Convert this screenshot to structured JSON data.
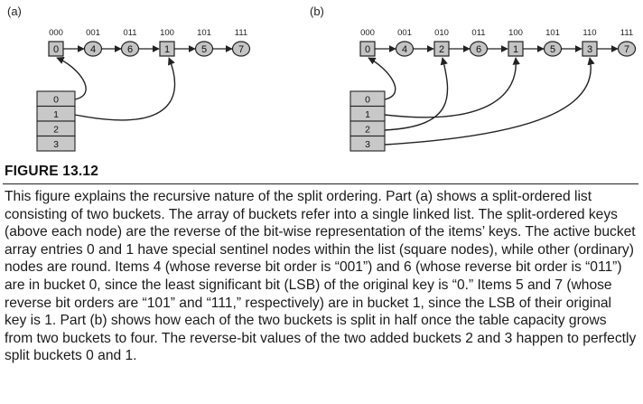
{
  "panels": [
    {
      "label": "(a)",
      "nodes": [
        {
          "bits": "000",
          "value": "0",
          "shape": "square"
        },
        {
          "bits": "001",
          "value": "4",
          "shape": "round"
        },
        {
          "bits": "011",
          "value": "6",
          "shape": "round"
        },
        {
          "bits": "100",
          "value": "1",
          "shape": "square"
        },
        {
          "bits": "101",
          "value": "5",
          "shape": "round"
        },
        {
          "bits": "111",
          "value": "7",
          "shape": "round"
        }
      ],
      "buckets": [
        "0",
        "1",
        "2",
        "3"
      ],
      "bucket_pointers": [
        {
          "bucket": 0,
          "node": 0
        },
        {
          "bucket": 1,
          "node": 3
        }
      ]
    },
    {
      "label": "(b)",
      "nodes": [
        {
          "bits": "000",
          "value": "0",
          "shape": "square"
        },
        {
          "bits": "001",
          "value": "4",
          "shape": "round"
        },
        {
          "bits": "010",
          "value": "2",
          "shape": "square"
        },
        {
          "bits": "011",
          "value": "6",
          "shape": "round"
        },
        {
          "bits": "100",
          "value": "1",
          "shape": "square"
        },
        {
          "bits": "101",
          "value": "5",
          "shape": "round"
        },
        {
          "bits": "110",
          "value": "3",
          "shape": "square"
        },
        {
          "bits": "111",
          "value": "7",
          "shape": "round"
        }
      ],
      "buckets": [
        "0",
        "1",
        "2",
        "3"
      ],
      "bucket_pointers": [
        {
          "bucket": 0,
          "node": 0
        },
        {
          "bucket": 1,
          "node": 4
        },
        {
          "bucket": 2,
          "node": 2
        },
        {
          "bucket": 3,
          "node": 6
        }
      ]
    }
  ],
  "figure_label": "FIGURE 13.12",
  "caption": "This figure explains the recursive nature of the split ordering. Part (a) shows a split-ordered list consisting of two buckets. The array of buckets refer into a single linked list. The split-ordered keys (above each node) are the reverse of the bit-wise representation of the items’ keys. The active bucket array entries 0 and 1 have special sentinel nodes within the list (square nodes), while other (ordinary) nodes are round. Items 4 (whose reverse bit order is “001”) and 6 (whose reverse bit order is “011”) are in bucket 0, since the least significant bit (LSB) of the original key is “0.” Items 5 and 7 (whose reverse bit orders are “101” and “111,” respectively) are in bucket 1, since the LSB of their original key is 1. Part (b) shows how each of the two buckets is split in half once the table capacity grows from two buckets to four. The reverse-bit values of the two added buckets 2 and 3 happen to perfectly split buckets 0 and 1."
}
